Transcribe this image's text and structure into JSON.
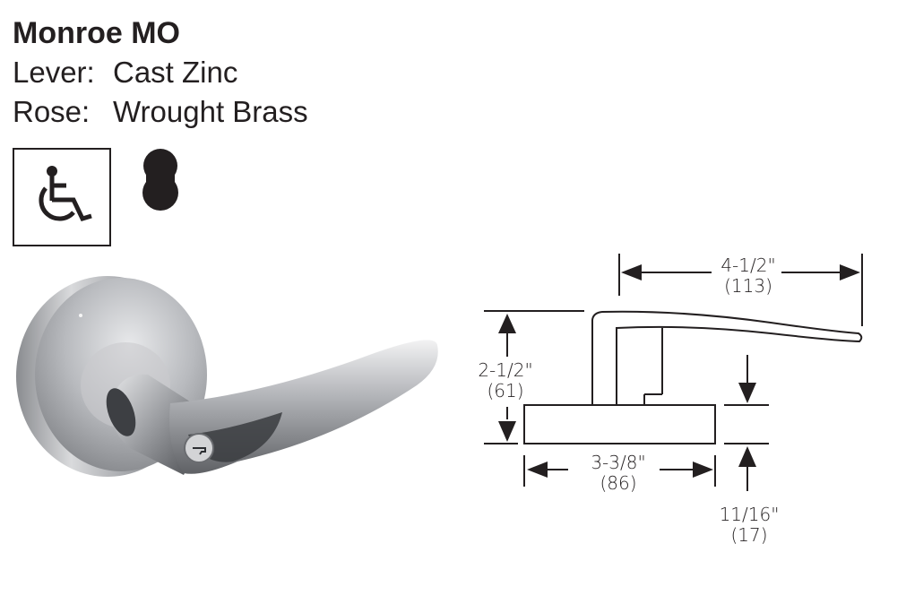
{
  "product": {
    "title": "Monroe MO",
    "specs": [
      {
        "label": "Lever:",
        "value": "Cast Zinc"
      },
      {
        "label": "Rose:",
        "value": "Wrought Brass"
      }
    ]
  },
  "badges": {
    "accessibility": "wheelchair-accessible-icon",
    "function": "figure-eight-function-icon"
  },
  "photo": {
    "subject": "Satin chrome lever with keyed cylinder on round rose"
  },
  "dimensions": {
    "lever_length": {
      "imperial": "4-1/2\"",
      "metric": "(113)"
    },
    "projection": {
      "imperial": "2-1/2\"",
      "metric": "(61)"
    },
    "rose_diameter": {
      "imperial": "3-3/8\"",
      "metric": "(86)"
    },
    "rose_thickness": {
      "imperial": "11/16\"",
      "metric": "(17)"
    }
  },
  "colors": {
    "ink": "#231f20",
    "background": "#ffffff"
  }
}
